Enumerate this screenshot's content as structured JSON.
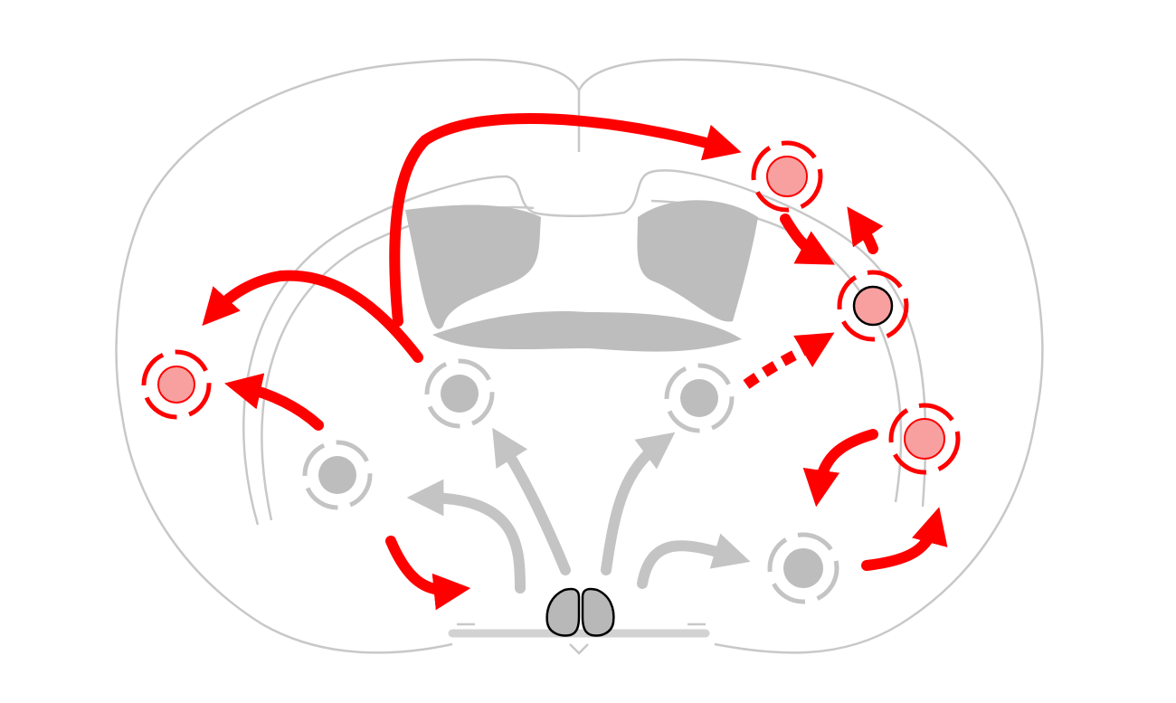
{
  "colors": {
    "background": "#ffffff",
    "outline": "#c8c8c8",
    "gray_fill": "#bdbdbd",
    "gray_arrow": "#c4c4c4",
    "red_arrow": "#ff0000",
    "red_node_fill": "#f8a0a0",
    "dark_outline": "#000000",
    "scn_fill": "#b8b8b8"
  },
  "diagram": {
    "nodes": [
      {
        "id": "node-left-red",
        "state": "active"
      },
      {
        "id": "node-left-gray",
        "state": "inactive"
      },
      {
        "id": "node-center-left-gray",
        "state": "inactive"
      },
      {
        "id": "node-center-right-gray",
        "state": "inactive"
      },
      {
        "id": "node-top-right-red",
        "state": "active"
      },
      {
        "id": "node-right-red-black-outline",
        "state": "active"
      },
      {
        "id": "node-far-right-red",
        "state": "active"
      },
      {
        "id": "node-bottom-right-gray",
        "state": "inactive"
      }
    ],
    "hub": {
      "id": "bilateral-hub",
      "lobes": 2
    },
    "arrow_styles": [
      "solid-red",
      "dashed-red",
      "solid-gray"
    ]
  }
}
